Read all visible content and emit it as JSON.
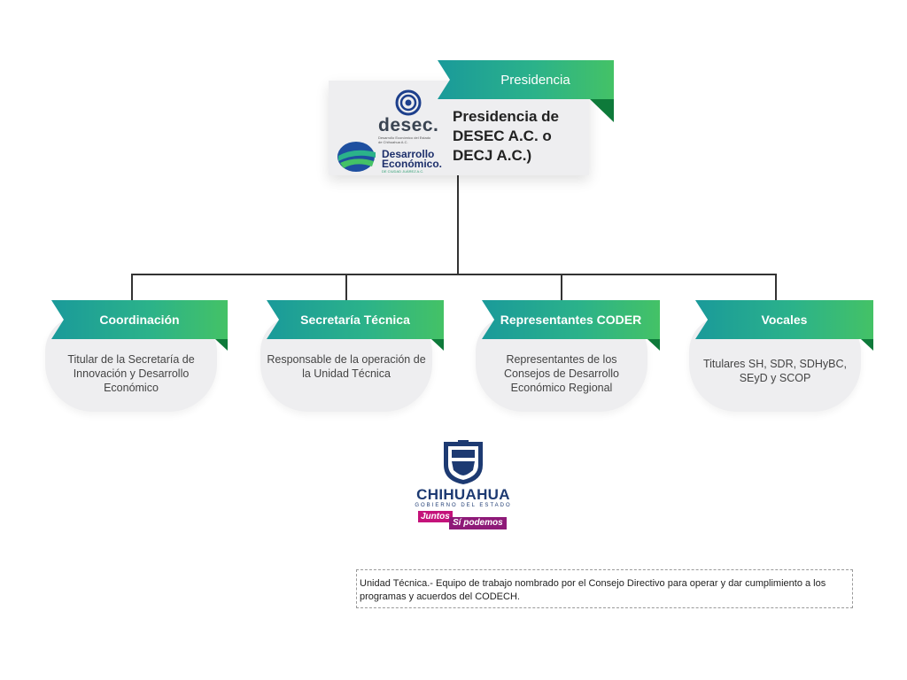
{
  "org_chart": {
    "top": {
      "banner": "Presidencia",
      "title": "Presidencia de DESEC A.C. o DECJ A.C.)",
      "logos": {
        "desec_word": "desec.",
        "desec_sub": "Desarrollo Económico del Estado de Chihuahua A.C.",
        "de_word1": "Desarrollo",
        "de_word2": "Económico.",
        "de_sub": "DE CIUDAD JUÁREZ A.C."
      }
    },
    "nodes": [
      {
        "banner": "Coordinación",
        "text": "Titular de la Secretaría de Innovación y Desarrollo Económico"
      },
      {
        "banner": "Secretaría Técnica",
        "text": "Responsable de la operación de la Unidad Técnica"
      },
      {
        "banner": "Representantes CODER",
        "text": "Representantes de los Consejos de Desarrollo Económico Regional"
      },
      {
        "banner": "Vocales",
        "text": "Titulares SH, SDR, SDHyBC, SEyD y SCOP"
      }
    ]
  },
  "gov_logo": {
    "name": "CHIHUAHUA",
    "sub": "GOBIERNO DEL ESTADO",
    "slogan1": "Juntos",
    "slogan2": "Sí podemos"
  },
  "footnote": "Unidad Técnica.- Equipo de trabajo nombrado por el Consejo Directivo para operar y dar cumplimiento a los programas y acuerdos del CODECH.",
  "colors": {
    "teal": "#1a9a9a",
    "green": "#44c266",
    "dark_green": "#0e7a3a",
    "card": "#eeeef0"
  }
}
